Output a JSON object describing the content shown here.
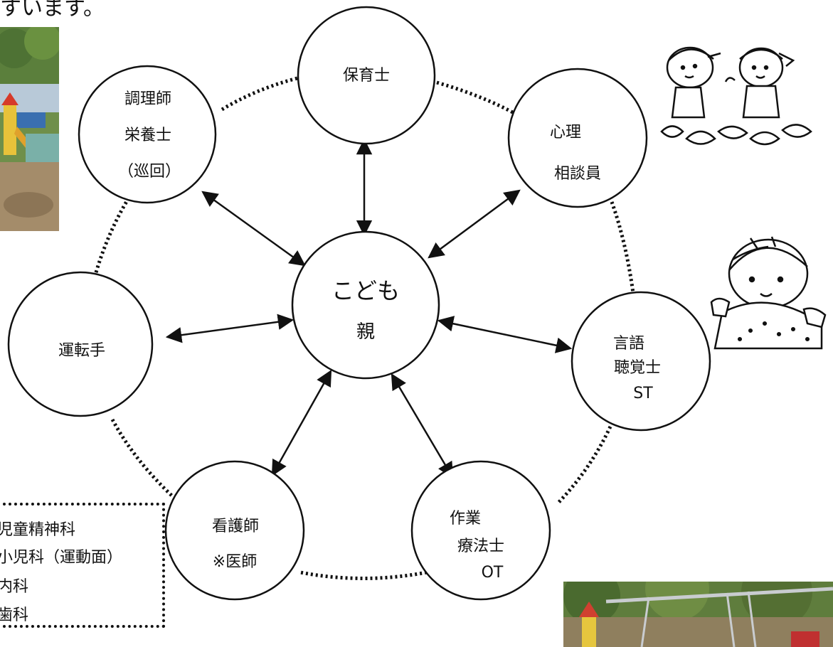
{
  "header_text": "すいます。",
  "diagram": {
    "center": {
      "line1": "こども",
      "line2": "親"
    },
    "nodes": [
      {
        "id": "nursery",
        "lines": [
          "保育士"
        ]
      },
      {
        "id": "psych",
        "lines": [
          "心理",
          "相談員"
        ]
      },
      {
        "id": "speech",
        "lines": [
          "言語",
          "聴覚士",
          "ST"
        ]
      },
      {
        "id": "ot",
        "lines": [
          "作業",
          "療法士",
          "OT"
        ]
      },
      {
        "id": "nurse",
        "lines": [
          "看護師",
          "※医師"
        ]
      },
      {
        "id": "driver",
        "lines": [
          "運転手"
        ]
      },
      {
        "id": "cook",
        "lines": [
          "調理師",
          "栄養士",
          "（巡回）"
        ]
      }
    ]
  },
  "doctor_box": {
    "entries": [
      "児童精神科",
      "小児科（運動面）",
      "内科",
      "歯科"
    ]
  },
  "colors": {
    "line": "#111111",
    "background": "#ffffff"
  },
  "decorations": [
    "playground-photo",
    "children-planting-doodle",
    "child-sandbox-doodle",
    "swing-photo"
  ]
}
